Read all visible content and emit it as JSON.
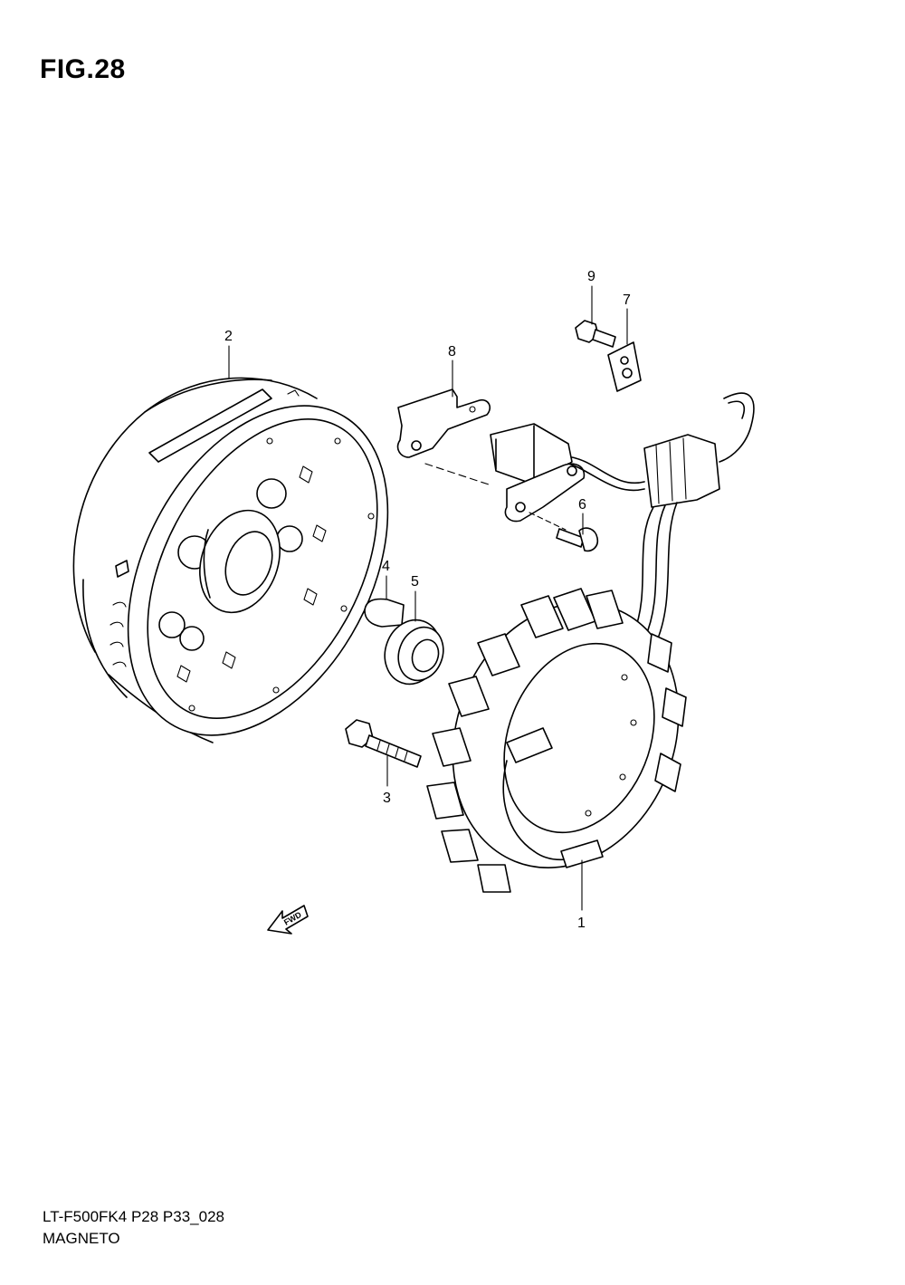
{
  "figure": {
    "title": "FIG.28"
  },
  "footer": {
    "code": "LT-F500FK4 P28 P33_028",
    "name": "MAGNETO"
  },
  "fwd_label": "FWD",
  "parts": [
    {
      "callout": "1"
    },
    {
      "callout": "2"
    },
    {
      "callout": "3"
    },
    {
      "callout": "4"
    },
    {
      "callout": "5"
    },
    {
      "callout": "6"
    },
    {
      "callout": "7"
    },
    {
      "callout": "8"
    },
    {
      "callout": "9"
    }
  ]
}
